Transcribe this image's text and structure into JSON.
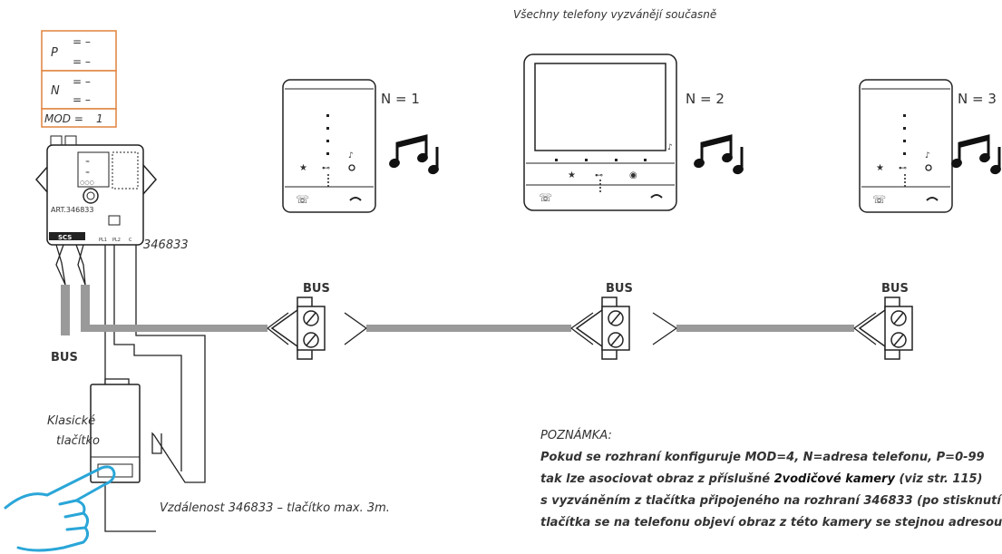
{
  "header": {
    "caption": "Všechny telefony vyzvánějí současně"
  },
  "config_box": {
    "p_label": "P",
    "n_label": "N",
    "mod_label": "MOD =",
    "mod_value": "1",
    "dash": "=  –"
  },
  "interface": {
    "art_label": "ART.346833",
    "brand": "SCS",
    "model": "346833",
    "terminals": [
      "PL1",
      "PL2",
      "C"
    ]
  },
  "bus_label": "BUS",
  "phones": [
    {
      "label": "N = 1",
      "type": "handset"
    },
    {
      "label": "N = 2",
      "type": "monitor"
    },
    {
      "label": "N = 3",
      "type": "handset"
    }
  ],
  "button_label_line1": "Klasické",
  "button_label_line2": "tlačítko",
  "distance_note": "Vzdálenost 346833 – tlačítko max. 3m.",
  "note": {
    "title": "POZNÁMKA:",
    "line1": "Pokud se rozhraní konfiguruje MOD=4, N=adresa telefonu, P=0-99",
    "line2a": "tak lze asociovat obraz z příslušné ",
    "line2b": "2vodičové kamery",
    "line2c": " (viz str. 115)",
    "line3": "s vyzváněním z tlačítka připojeného na rozhraní 346833 (po stisknutí",
    "line4": "tlačítka se na telefonu objeví obraz z této kamery se stejnou adresou P)."
  },
  "colors": {
    "config_border": "#e0823d",
    "wire": "#9a9a9a",
    "line": "#222222"
  },
  "icons": [
    "music-note-icon",
    "hand-pointer-icon",
    "phone-handset-icon",
    "star-icon",
    "key-icon"
  ]
}
